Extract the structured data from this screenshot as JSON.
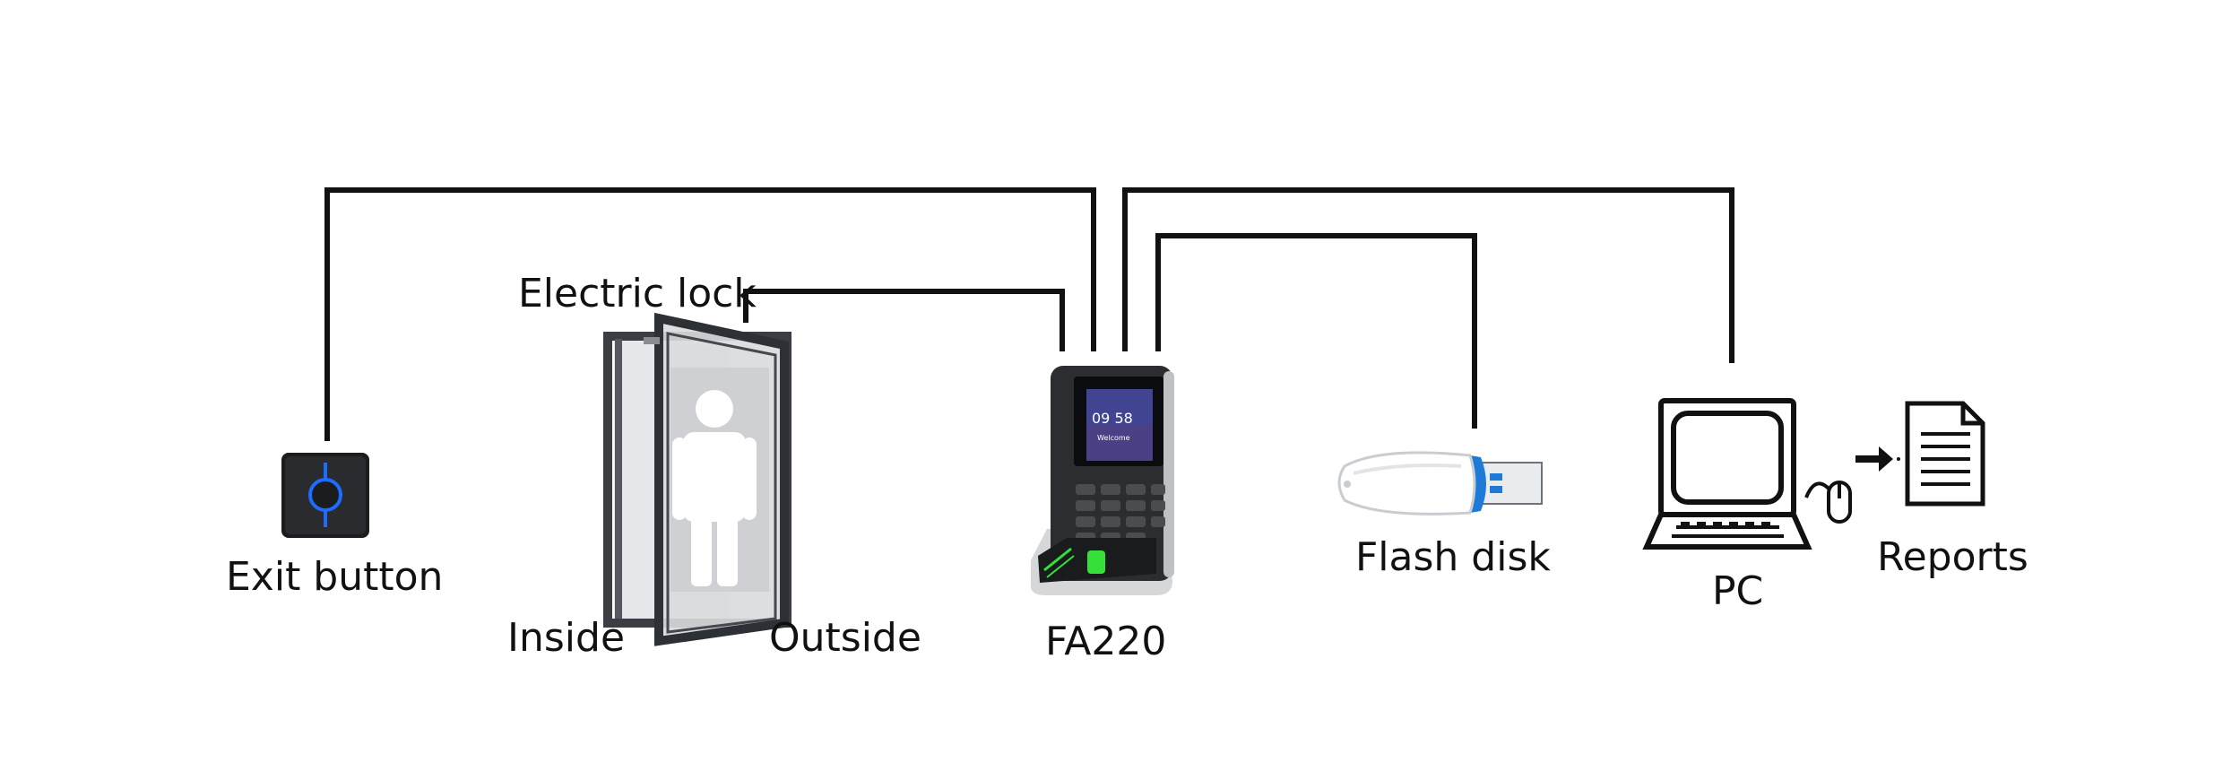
{
  "labels": {
    "exit_button": "Exit button",
    "electric_lock": "Electric lock",
    "inside": "Inside",
    "outside": "Outside",
    "device": "FA220",
    "flash_disk": "Flash disk",
    "pc": "PC",
    "reports": "Reports"
  },
  "screen": {
    "time": "09 58",
    "message": "Welcome"
  },
  "colors": {
    "wire": "#111111",
    "exit_button_glow": "#1e6cff",
    "usb_cap": "#1e7ad6",
    "fingerprint_glow": "#35e03a",
    "door_frame": "#3a3d42",
    "person": "#ffffff"
  },
  "icons": [
    "exit-button-icon",
    "door-icon",
    "person-icon",
    "terminal-icon",
    "usb-flash-icon",
    "laptop-icon",
    "mouse-icon",
    "arrow-right-icon",
    "document-icon"
  ]
}
